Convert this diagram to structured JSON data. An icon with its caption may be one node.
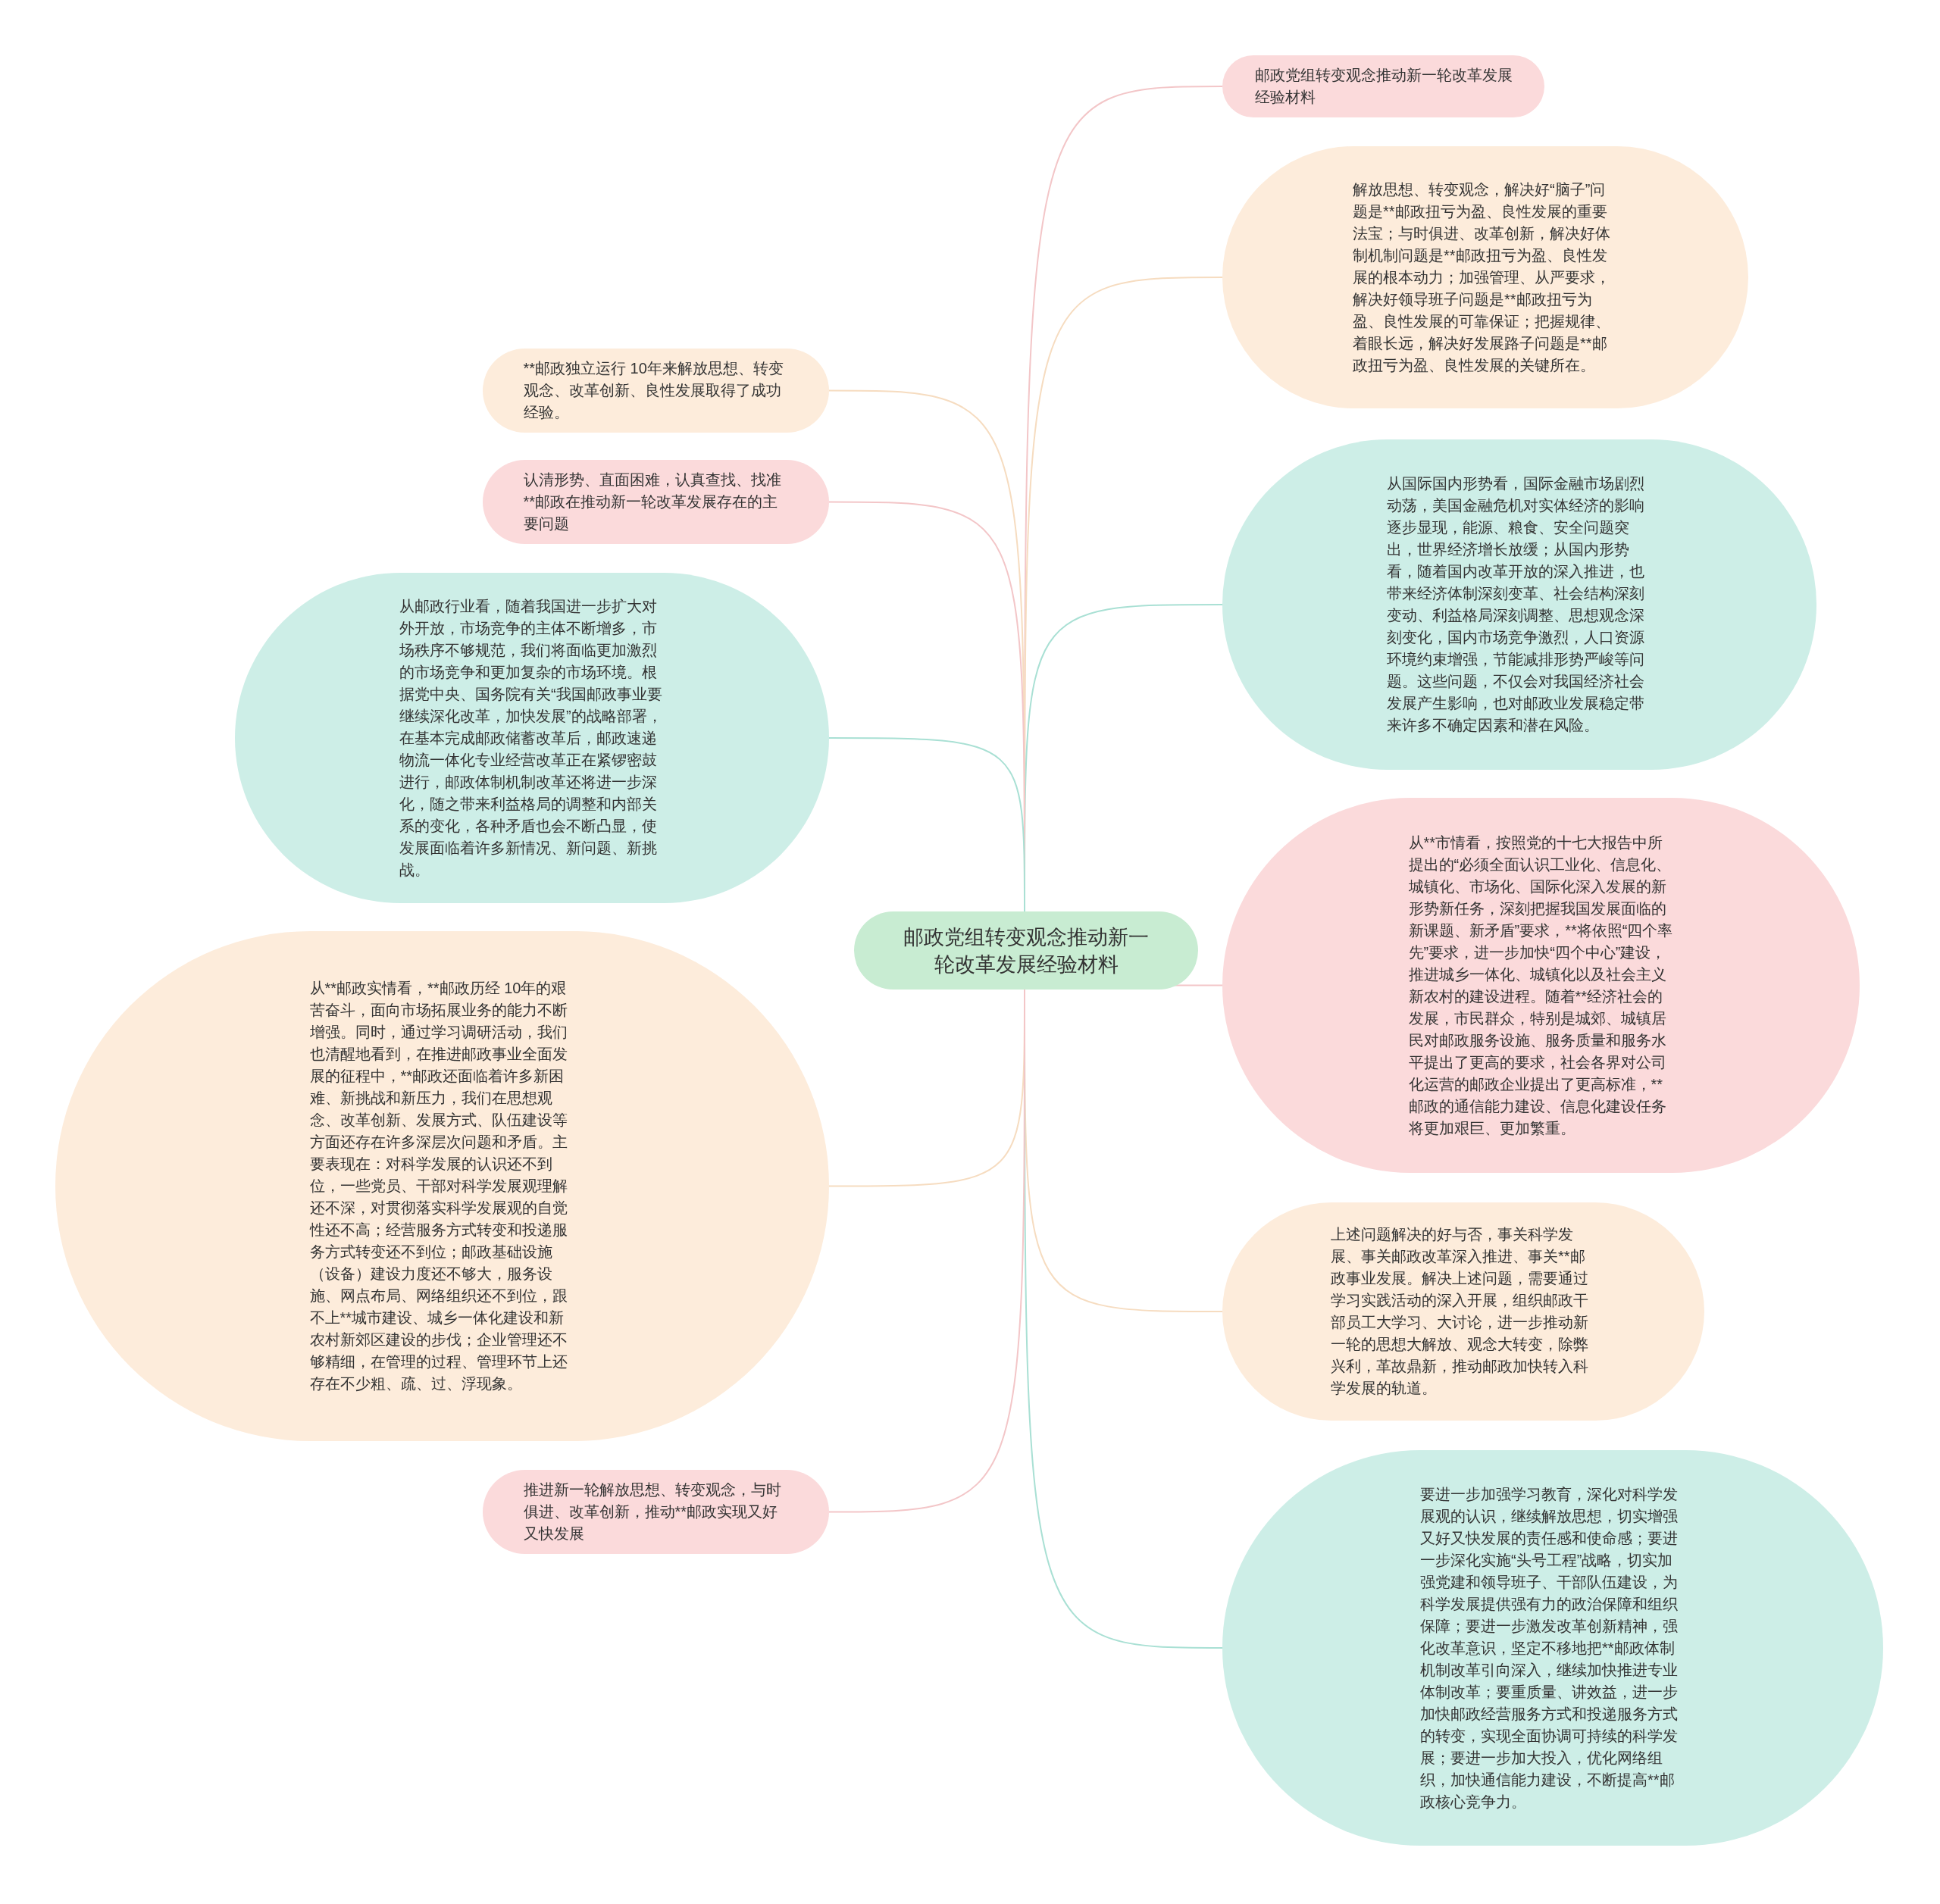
{
  "diagram": {
    "nodes": [
      {
        "text": [
          "邮政党组转变观念推动新一轮改革发展经验材料"
        ]
      },
      {
        "text": [
          "邮政党组转变观念推动新一轮改革发展经验材料"
        ]
      },
      {
        "text": [
          "解放思想、转变观念，解决好“脑子”问题是**邮政扭亏为盈、良性发展的重要法宝；与时俱进、改革创新，解决好体制机制问题是**邮政扭亏为盈、良性发展的根本动力；加强管理、从严要求，解决好领导班子问题是**邮政扭亏为盈、良性发展的可靠保证；把握规律、着眼长远，解决好发展路子问题是**邮政扭亏为盈、良性发展的关键所在。"
        ]
      },
      {
        "text": [
          "从国际国内形势看，国际金融市场剧烈动荡，美国金融危机对实体经济的影响逐步显现，能源、粮食、安全问题突出，世界经济增长放缓；从国内形势看，随着国内改革开放的深入推进，也带来经济体制深刻变革、社会结构深刻变动、利益格局深刻调整、思想观念深刻变化，国内市场竞争激烈，人口资源环境约束增强，节能减排形势严峻等问题。这些问题，不仅会对我国经济社会发展产生影响，也对邮政业发展稳定带来许多不确定因素和潜在风险。"
        ]
      },
      {
        "text": [
          "从**市情看，按照党的十七大报告中所提出的“必须全面认识工业化、信息化、城镇化、市场化、国际化深入发展的新形势新任务，深刻把握我国发展面临的新课题、新矛盾”要求，**将依照“四个率先”要求，进一步加快“四个中心”建设，推进城乡一体化、城镇化以及社会主义新农村的建设进程。随着**经济社会的发展，市民群众，特别是城郊、城镇居民对邮政服务设施、服务质量和服务水平提出了更高的要求，社会各界对公司化运营的邮政企业提出了更高标准，**邮政的通信能力建设、信息化建设任务将更加艰巨、更加繁重。"
        ]
      },
      {
        "text": [
          "上述问题解决的好与否，事关科学发展、事关邮政改革深入推进、事关**邮政事业发展。解决上述问题，需要通过学习实践活动的深入开展，组织邮政干部员工大学习、大讨论，进一步推动新一轮的思想大解放、观念大转变，除弊兴利，革故鼎新，推动邮政加快转入科学发展的轨道。"
        ]
      },
      {
        "text": [
          "要进一步加强学习教育，深化对科学发展观的认识，继续解放思想，切实增强又好又快发展的责任感和使命感；要进一步深化实施“头号工程”战略，切实加强党建和领导班子、干部队伍建设，为科学发展提供强有力的政治保障和组织保障；要进一步激发改革创新精神，强化改革意识，坚定不移地把**邮政体制机制改革引向深入，继续加快推进专业体制改革；要重质量、讲效益，进一步加快邮政经营服务方式和投递服务方式的转变，实现全面协调可持续的科学发展；要进一步加大投入，优化网络组织，加快通信能力建设，不断提高**邮政核心竞争力。"
        ]
      },
      {
        "text": [
          "**邮政独立运行 10年来解放思想、转变观念、改革创新、良性发展取得了成功经验。"
        ]
      },
      {
        "text": [
          "认清形势、直面困难，认真查找、找准**邮政在推动新一轮改革发展存在的主要问题"
        ]
      },
      {
        "text": [
          "从邮政行业看，随着我国进一步扩大对外开放，市场竞争的主体不断增多，市场秩序不够规范，我们将面临更加激烈的市场竞争和更加复杂的市场环境。根据党中央、国务院有关“我国邮政事业要继续深化改革，加快发展”的战略部署，在基本完成邮政储蓄改革后，邮政速递物流一体化专业经营改革正在紧锣密鼓进行，邮政体制机制改革还将进一步深化，随之带来利益格局的调整和内部关系的变化，各种矛盾也会不断凸显，使发展面临着许多新情况、新问题、新挑战。"
        ]
      },
      {
        "text": [
          "从**邮政实情看，**邮政历经 10年的艰苦奋斗，面向市场拓展业务的能力不断增强。同时，通过学习调研活动，我们也清醒地看到，在推进邮政事业全面发展的征程中，**邮政还面临着许多新困难、新挑战和新压力，我们在思想观念、改革创新、发展方式、队伍建设等方面还存在许多深层次问题和矛盾。主要表现在：对科学发展的认识还不到位，一些党员、干部对科学发展观理解还不深，对贯彻落实科学发展观的自觉性还不高；经营服务方式转变和投递服务方式转变还不到位；邮政基础设施（设备）建设力度还不够大，服务设施、网点布局、网络组织还不到位，跟不上**城市建设、城乡一体化建设和新农村新郊区建设的步伐；企业管理还不够精细，在管理的过程、管理环节上还存在不少粗、疏、过、浮现象。"
        ]
      },
      {
        "text": [
          "推进新一轮解放思想、转变观念，与时俱进、改革创新，推动**邮政实现又好又快发展"
        ]
      }
    ],
    "edges": [
      {
        "from": 0,
        "to": 1,
        "arrow": "none",
        "color": "#f3c6c8"
      },
      {
        "from": 0,
        "to": 2,
        "arrow": "none",
        "color": "#f6dcc0"
      },
      {
        "from": 0,
        "to": 3,
        "arrow": "none",
        "color": "#a9e0d4"
      },
      {
        "from": 0,
        "to": 4,
        "arrow": "none",
        "color": "#f3c6c8"
      },
      {
        "from": 0,
        "to": 5,
        "arrow": "none",
        "color": "#f6dcc0"
      },
      {
        "from": 0,
        "to": 6,
        "arrow": "none",
        "color": "#a9e0d4"
      },
      {
        "from": 0,
        "to": 7,
        "arrow": "none",
        "color": "#f6dcc0"
      },
      {
        "from": 0,
        "to": 8,
        "arrow": "none",
        "color": "#f3c6c8"
      },
      {
        "from": 0,
        "to": 9,
        "arrow": "none",
        "color": "#a9e0d4"
      },
      {
        "from": 0,
        "to": 10,
        "arrow": "none",
        "color": "#f6dcc0"
      },
      {
        "from": 0,
        "to": 11,
        "arrow": "none",
        "color": "#f3c6c8"
      }
    ]
  }
}
